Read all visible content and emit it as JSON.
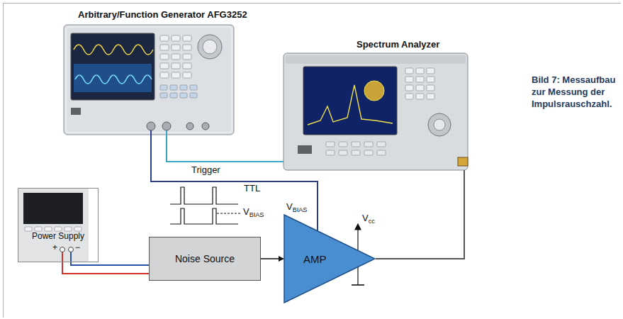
{
  "diagram": {
    "caption": "Bild 7: Messaufbau zur Messung der Impulsrauschzahl.",
    "nodes": [
      {
        "text": [
          "Arbitrary/Function Generator AFG3252"
        ]
      },
      {
        "text": [
          "Spectrum Analyzer"
        ]
      },
      {
        "text": [
          "Power Supply"
        ]
      },
      {
        "text": [
          "Noise Source"
        ]
      },
      {
        "text": [
          "AMP"
        ]
      }
    ],
    "edges": [
      {
        "from": 0,
        "to": 1,
        "label": "Trigger",
        "arrow": "none"
      },
      {
        "from": 0,
        "to": 4,
        "arrow": "none"
      },
      {
        "from": 2,
        "to": 3,
        "arrow": "none"
      },
      {
        "from": 2,
        "to": 3,
        "arrow": "none"
      },
      {
        "from": 3,
        "to": 4,
        "arrow": "to"
      },
      {
        "from": 4,
        "to": 1,
        "arrow": "none"
      }
    ],
    "labels": [
      "TTL",
      "VBIAS",
      "VBIAS",
      "Vcc",
      "+",
      "−"
    ]
  }
}
